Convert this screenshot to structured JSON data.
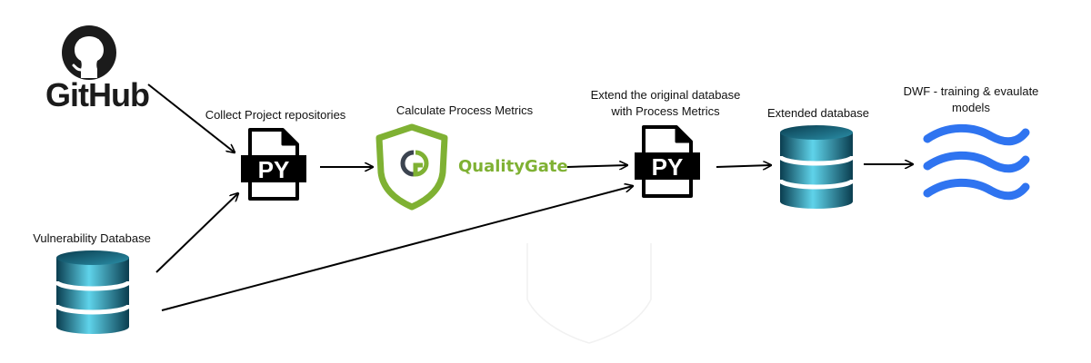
{
  "labels": {
    "github": "GitHub",
    "collect": "Collect Project repositories",
    "calculate": "Calculate Process Metrics",
    "extend_line1": "Extend the original database",
    "extend_line2": "with Process Metrics",
    "extended_db": "Extended database",
    "dwf_line1": "DWF - training & evaulate",
    "dwf_line2": "models",
    "vuln_db": "Vulnerability Database",
    "qualitygate": "QualityGate",
    "py_1": "PY",
    "py_2": "PY"
  },
  "colors": {
    "arrow": "#000000",
    "db_light": "#5fd3ea",
    "db_dark": "#0a3d4f",
    "qg_green": "#7fb133",
    "wave_blue": "#2f74f0",
    "py_black": "#000000"
  },
  "icons": [
    "github-icon",
    "python-file-icon",
    "qualitygate-shield-icon",
    "database-icon",
    "wave-icon"
  ]
}
